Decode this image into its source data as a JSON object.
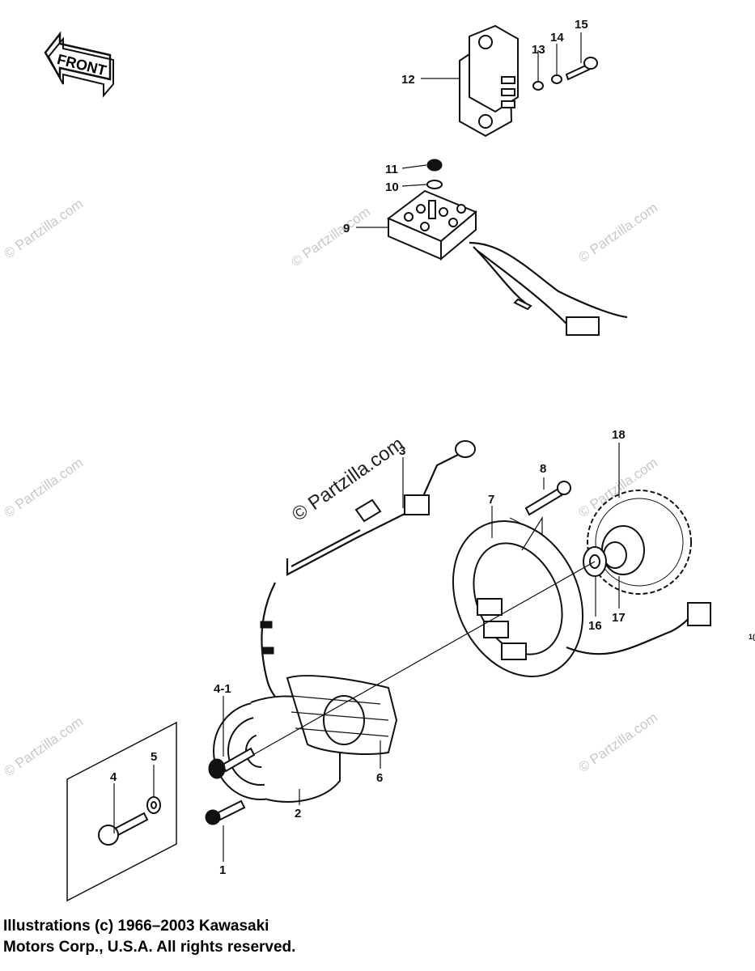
{
  "front_label": "FRONT",
  "watermark": "© Partzilla.com",
  "callouts": {
    "c1": "1",
    "c2": "2",
    "c3": "3",
    "c4": "4",
    "c4_1": "4-1",
    "c5": "5",
    "c6": "6",
    "c7": "7",
    "c8": "8",
    "c9": "9",
    "c10": "10",
    "c11": "11",
    "c12": "12",
    "c13": "13",
    "c14": "14",
    "c15": "15",
    "c16": "16",
    "c17": "17",
    "c18": "18",
    "edge": "1("
  },
  "copyright": {
    "line1": "Illustrations (c) 1966–2003 Kawasaki",
    "line2": "Motors Corp., U.S.A.  All rights reserved."
  }
}
